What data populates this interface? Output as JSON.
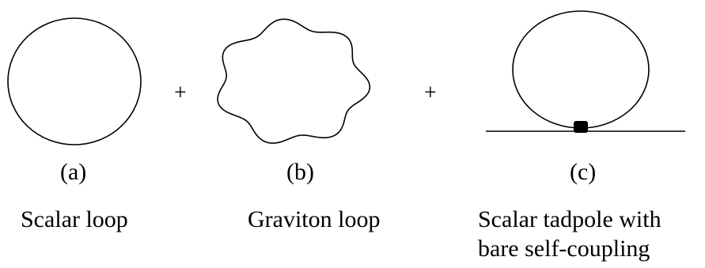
{
  "operators": {
    "plus_1": "+",
    "plus_2": "+"
  },
  "panels": {
    "a": {
      "tag": "(a)",
      "caption": "Scalar loop"
    },
    "b": {
      "tag": "(b)",
      "caption": "Graviton loop"
    },
    "c": {
      "tag": "(c)",
      "caption_line1": "Scalar tadpole with",
      "caption_line2": "bare self-coupling"
    }
  }
}
